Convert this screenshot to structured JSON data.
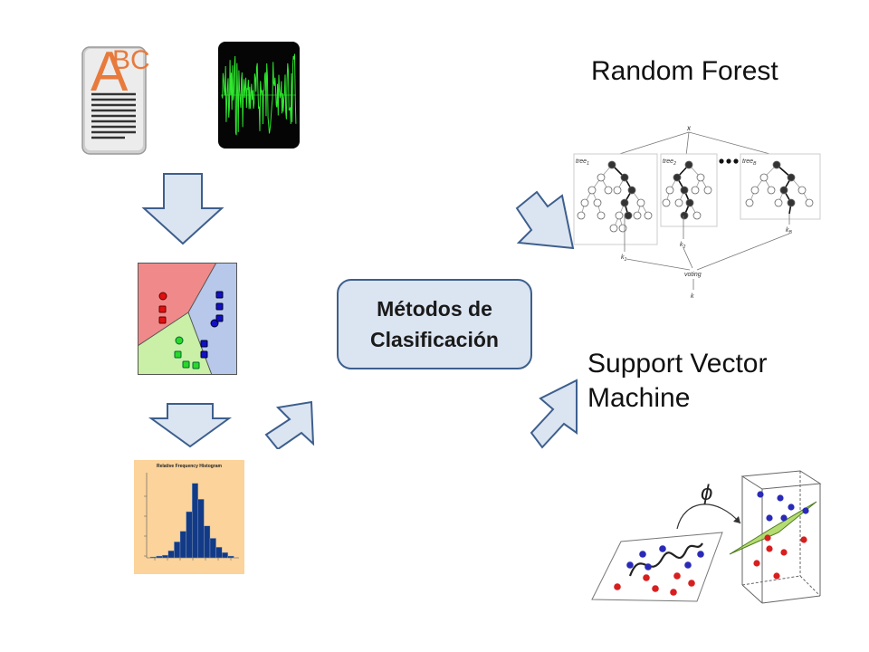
{
  "document_icon": {
    "letters_big": "A",
    "letters_small": "BC"
  },
  "center_box": {
    "line1": "Métodos de",
    "line2": "Clasificación"
  },
  "random_forest": {
    "title": "Random Forest",
    "input_label": "x",
    "tree_labels": [
      "tree",
      "tree",
      "tree"
    ],
    "tree_subscripts": [
      "1",
      "2",
      "B"
    ],
    "output_labels": [
      "k",
      "k",
      "k"
    ],
    "output_subscripts": [
      "1",
      "2",
      "B"
    ],
    "voting_label": "voting",
    "final_label": "k"
  },
  "svm": {
    "title_line1": "Support Vector",
    "title_line2": "Machine",
    "phi": "ϕ"
  },
  "histogram": {
    "title": "Relative Frequency Histogram"
  },
  "colors": {
    "arrow_fill": "#dbe4f1",
    "arrow_stroke": "#3d5f8d",
    "box_fill": "#dbe4f1",
    "red_region": "#f08a8a",
    "green_region": "#c9f0a6",
    "blue_region": "#b7c8ea",
    "histogram_bg": "#fbd39b",
    "histogram_bar": "#123a86"
  }
}
